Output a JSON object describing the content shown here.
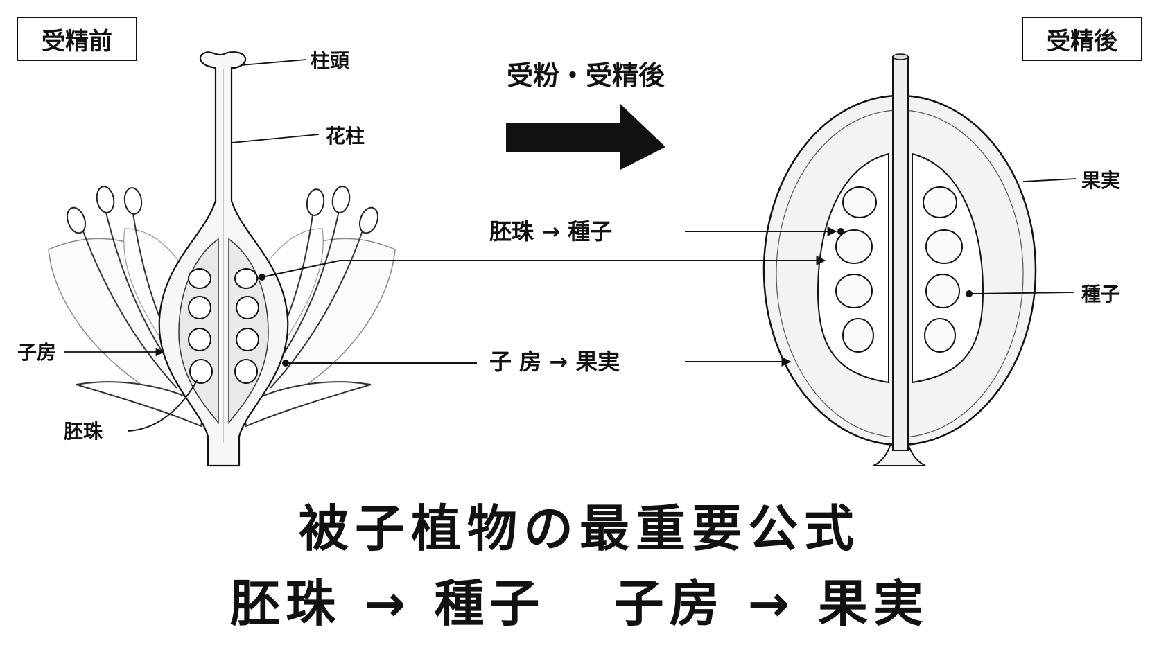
{
  "before_label": "受精前",
  "after_label": "受精後",
  "transition_label": "受粉・受精後",
  "parts_before": {
    "stigma": "柱頭",
    "style": "花柱",
    "ovary": "子房",
    "ovule": "胚珠"
  },
  "parts_after": {
    "fruit": "果実",
    "seed": "種子"
  },
  "mappings": {
    "ovule_to_seed": "胚珠 → 種子",
    "ovary_to_fruit": "子 房 → 果実"
  },
  "summary": {
    "title": "被子植物の最重要公式",
    "formula": "胚珠 → 種子   子房 → 果実"
  }
}
